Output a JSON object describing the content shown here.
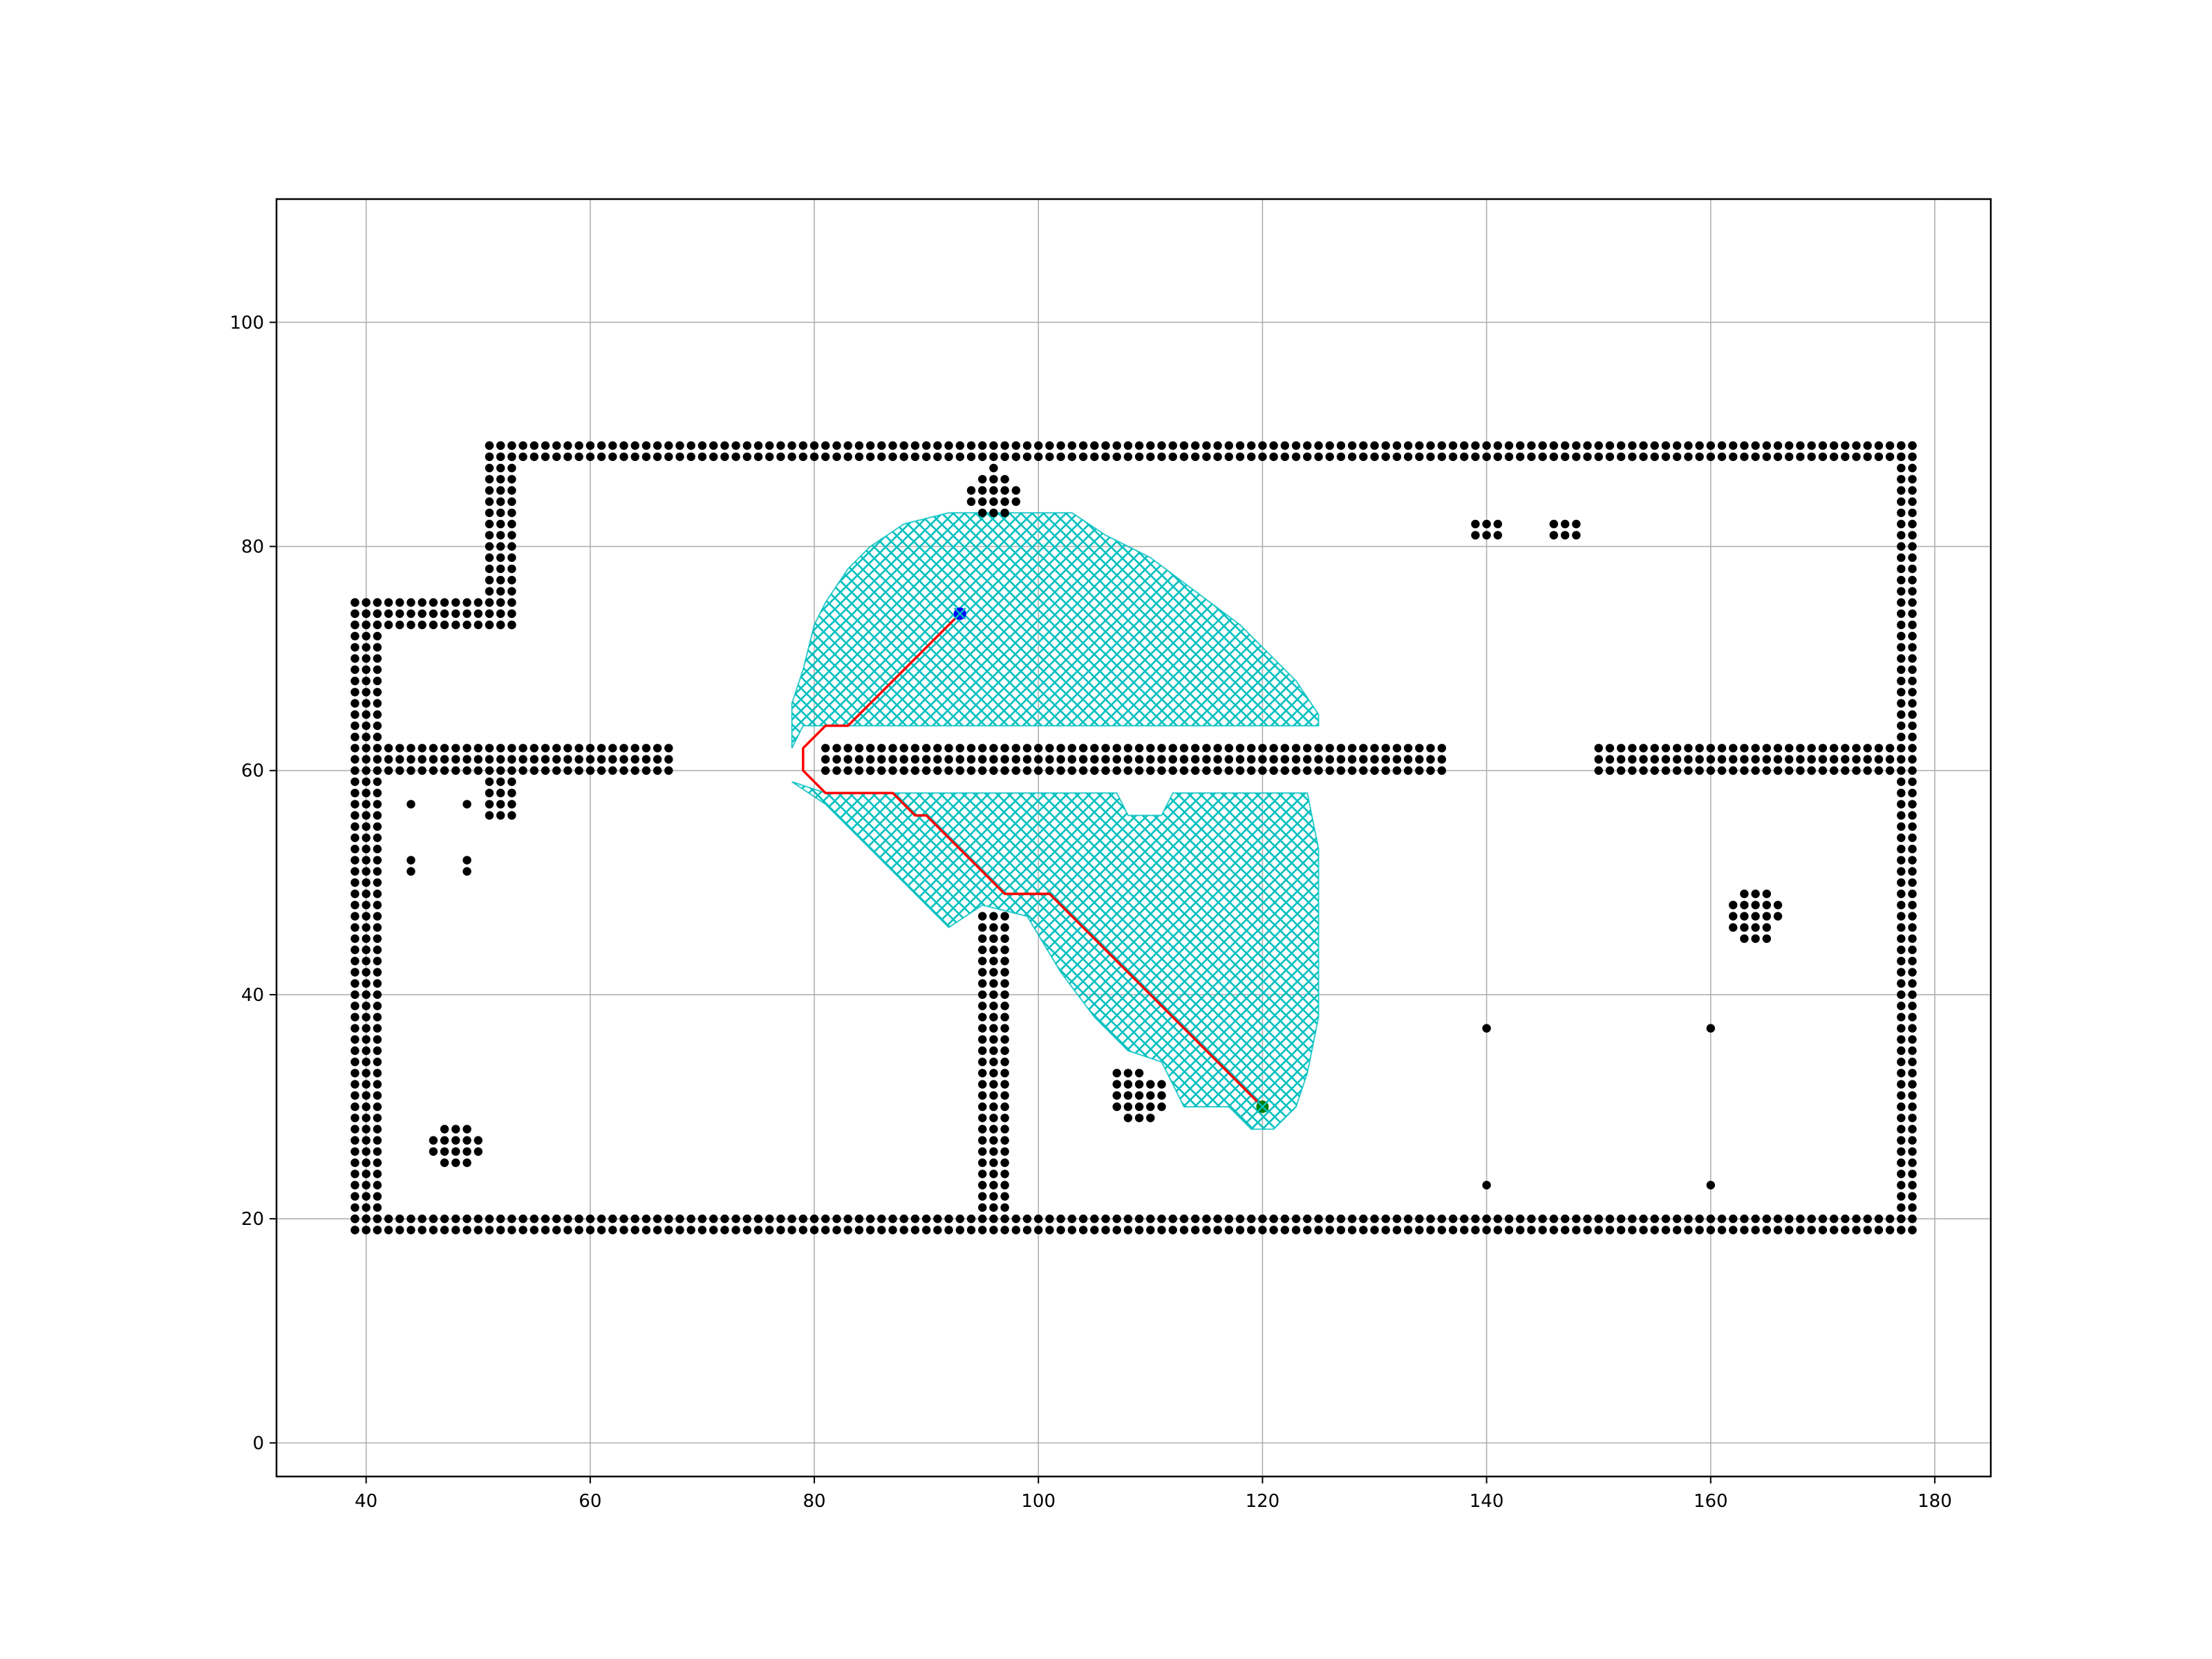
{
  "chart_data": {
    "type": "scatter",
    "title": "",
    "xlabel": "",
    "ylabel": "",
    "xlim": [
      32,
      185
    ],
    "ylim": [
      -3,
      111
    ],
    "xticks": [
      "40",
      "60",
      "80",
      "100",
      "120",
      "140",
      "160",
      "180"
    ],
    "yticks": [
      "0",
      "20",
      "40",
      "60",
      "80",
      "100"
    ],
    "grid": true,
    "legend": "none",
    "obstacle_segments": [
      {
        "x": [
          39,
          178
        ],
        "y": [
          19,
          19
        ]
      },
      {
        "x": [
          39,
          178
        ],
        "y": [
          20,
          20
        ]
      },
      {
        "x": [
          51,
          178
        ],
        "y": [
          89,
          89
        ]
      },
      {
        "x": [
          51,
          178
        ],
        "y": [
          88,
          88
        ]
      },
      {
        "x": [
          39,
          39
        ],
        "y": [
          19,
          75
        ]
      },
      {
        "x": [
          40,
          40
        ],
        "y": [
          19,
          75
        ]
      },
      {
        "x": [
          41,
          41
        ],
        "y": [
          19,
          75
        ]
      },
      {
        "x": [
          177,
          177
        ],
        "y": [
          19,
          89
        ]
      },
      {
        "x": [
          178,
          178
        ],
        "y": [
          19,
          89
        ]
      },
      {
        "x": [
          39,
          53
        ],
        "y": [
          75,
          75
        ]
      },
      {
        "x": [
          39,
          53
        ],
        "y": [
          74,
          74
        ]
      },
      {
        "x": [
          39,
          53
        ],
        "y": [
          73,
          73
        ]
      },
      {
        "x": [
          51,
          51
        ],
        "y": [
          73,
          89
        ]
      },
      {
        "x": [
          52,
          52
        ],
        "y": [
          73,
          89
        ]
      },
      {
        "x": [
          53,
          53
        ],
        "y": [
          73,
          89
        ]
      },
      {
        "x": [
          42,
          67
        ],
        "y": [
          62,
          62
        ]
      },
      {
        "x": [
          42,
          67
        ],
        "y": [
          61,
          61
        ]
      },
      {
        "x": [
          42,
          67
        ],
        "y": [
          60,
          60
        ]
      },
      {
        "x": [
          51,
          53
        ],
        "y": [
          59,
          59
        ]
      },
      {
        "x": [
          51,
          53
        ],
        "y": [
          58,
          58
        ]
      },
      {
        "x": [
          51,
          53
        ],
        "y": [
          57,
          57
        ]
      },
      {
        "x": [
          51,
          53
        ],
        "y": [
          56,
          56
        ]
      },
      {
        "x": [
          81,
          136
        ],
        "y": [
          62,
          62
        ]
      },
      {
        "x": [
          81,
          136
        ],
        "y": [
          61,
          61
        ]
      },
      {
        "x": [
          81,
          136
        ],
        "y": [
          60,
          60
        ]
      },
      {
        "x": [
          150,
          176
        ],
        "y": [
          62,
          62
        ]
      },
      {
        "x": [
          150,
          176
        ],
        "y": [
          61,
          61
        ]
      },
      {
        "x": [
          150,
          176
        ],
        "y": [
          60,
          60
        ]
      },
      {
        "x": [
          95,
          95
        ],
        "y": [
          21,
          47
        ]
      },
      {
        "x": [
          96,
          96
        ],
        "y": [
          21,
          47
        ]
      },
      {
        "x": [
          97,
          97
        ],
        "y": [
          21,
          47
        ]
      },
      {
        "x": [
          139,
          141
        ],
        "y": [
          82,
          82
        ]
      },
      {
        "x": [
          139,
          141
        ],
        "y": [
          81,
          81
        ]
      },
      {
        "x": [
          146,
          148
        ],
        "y": [
          82,
          82
        ]
      },
      {
        "x": [
          146,
          148
        ],
        "y": [
          81,
          81
        ]
      }
    ],
    "obstacle_points": [
      [
        44,
        57
      ],
      [
        49,
        57
      ],
      [
        44,
        52
      ],
      [
        49,
        52
      ],
      [
        44,
        51
      ],
      [
        49,
        51
      ],
      [
        140,
        37
      ],
      [
        160,
        37
      ],
      [
        140,
        23
      ],
      [
        160,
        23
      ],
      [
        96,
        87
      ],
      [
        95,
        86
      ],
      [
        96,
        86
      ],
      [
        97,
        86
      ],
      [
        94,
        85
      ],
      [
        95,
        85
      ],
      [
        96,
        85
      ],
      [
        97,
        85
      ],
      [
        98,
        85
      ],
      [
        94,
        84
      ],
      [
        95,
        84
      ],
      [
        96,
        84
      ],
      [
        97,
        84
      ],
      [
        98,
        84
      ],
      [
        95,
        83
      ],
      [
        96,
        83
      ],
      [
        97,
        83
      ],
      [
        107,
        33
      ],
      [
        108,
        33
      ],
      [
        109,
        33
      ],
      [
        107,
        32
      ],
      [
        108,
        32
      ],
      [
        109,
        32
      ],
      [
        110,
        32
      ],
      [
        111,
        32
      ],
      [
        107,
        31
      ],
      [
        108,
        31
      ],
      [
        109,
        31
      ],
      [
        110,
        31
      ],
      [
        111,
        31
      ],
      [
        107,
        30
      ],
      [
        108,
        30
      ],
      [
        109,
        30
      ],
      [
        110,
        30
      ],
      [
        111,
        30
      ],
      [
        108,
        29
      ],
      [
        109,
        29
      ],
      [
        110,
        29
      ],
      [
        47,
        28
      ],
      [
        48,
        28
      ],
      [
        49,
        28
      ],
      [
        46,
        27
      ],
      [
        47,
        27
      ],
      [
        48,
        27
      ],
      [
        49,
        27
      ],
      [
        50,
        27
      ],
      [
        46,
        26
      ],
      [
        47,
        26
      ],
      [
        48,
        26
      ],
      [
        49,
        26
      ],
      [
        50,
        26
      ],
      [
        47,
        25
      ],
      [
        48,
        25
      ],
      [
        49,
        25
      ],
      [
        163,
        49
      ],
      [
        164,
        49
      ],
      [
        165,
        49
      ],
      [
        162,
        48
      ],
      [
        163,
        48
      ],
      [
        164,
        48
      ],
      [
        165,
        48
      ],
      [
        166,
        48
      ],
      [
        162,
        47
      ],
      [
        163,
        47
      ],
      [
        164,
        47
      ],
      [
        165,
        47
      ],
      [
        166,
        47
      ],
      [
        162,
        46
      ],
      [
        163,
        46
      ],
      [
        164,
        46
      ],
      [
        165,
        46
      ],
      [
        163,
        45
      ],
      [
        164,
        45
      ],
      [
        165,
        45
      ]
    ],
    "explored_region_upper": [
      [
        78,
        62
      ],
      [
        78,
        66
      ],
      [
        79,
        69
      ],
      [
        80,
        73
      ],
      [
        81,
        75
      ],
      [
        83,
        78
      ],
      [
        85,
        80
      ],
      [
        88,
        82
      ],
      [
        92,
        83
      ],
      [
        96,
        83
      ],
      [
        99,
        83
      ],
      [
        103,
        83
      ],
      [
        106,
        81
      ],
      [
        110,
        79
      ],
      [
        114,
        76
      ],
      [
        118,
        73
      ],
      [
        121,
        70
      ],
      [
        123,
        68
      ],
      [
        125,
        65
      ],
      [
        125,
        64
      ],
      [
        79,
        64
      ]
    ],
    "explored_region_lower": [
      [
        78,
        59
      ],
      [
        81,
        57
      ],
      [
        83,
        55
      ],
      [
        85,
        53
      ],
      [
        87,
        51
      ],
      [
        90,
        48
      ],
      [
        92,
        46
      ],
      [
        95,
        48
      ],
      [
        99,
        47
      ],
      [
        102,
        42
      ],
      [
        105,
        38
      ],
      [
        108,
        35
      ],
      [
        111,
        34
      ],
      [
        113,
        30
      ],
      [
        117,
        30
      ],
      [
        119,
        28
      ],
      [
        121,
        28
      ],
      [
        123,
        30
      ],
      [
        124,
        33
      ],
      [
        125,
        38
      ],
      [
        125,
        46
      ],
      [
        125,
        53
      ],
      [
        124,
        58
      ],
      [
        112,
        58
      ],
      [
        111,
        56
      ],
      [
        108,
        56
      ],
      [
        107,
        58
      ],
      [
        81,
        58
      ]
    ],
    "path": {
      "x": [
        93,
        83,
        81,
        79,
        79,
        81,
        87,
        89,
        90,
        97,
        101,
        120
      ],
      "y": [
        74,
        64,
        64,
        62,
        60,
        58,
        58,
        56,
        56,
        49,
        49,
        30
      ]
    },
    "start": [
      93,
      74
    ],
    "goal": [
      120,
      30
    ],
    "colors": {
      "obstacle": "#000000",
      "explored": "#00bfbf",
      "path": "#ff0000",
      "start": "#0000ff",
      "goal": "#008000",
      "grid": "#b0b0b0",
      "frame": "#000000"
    }
  }
}
